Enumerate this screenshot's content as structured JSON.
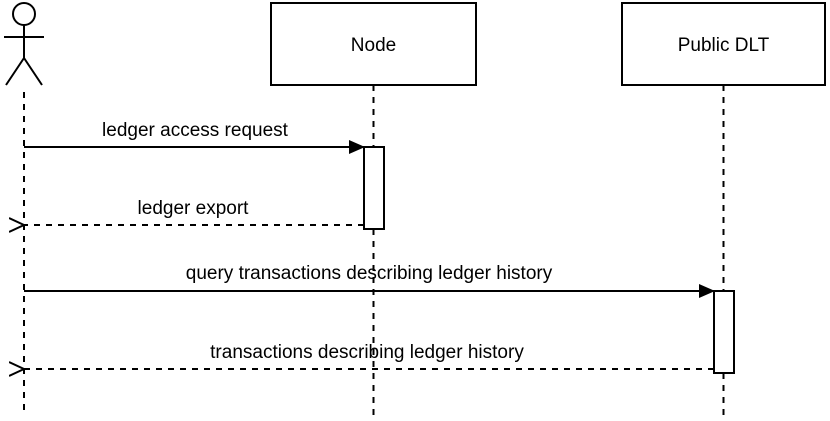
{
  "participants": {
    "node": {
      "label": "Node"
    },
    "dlt": {
      "label": "Public DLT"
    }
  },
  "messages": [
    {
      "label": "ledger access request",
      "kind": "sync"
    },
    {
      "label": "ledger export",
      "kind": "return"
    },
    {
      "label": "query transactions describing ledger history",
      "kind": "sync"
    },
    {
      "label": "transactions describing ledger history",
      "kind": "return"
    }
  ]
}
